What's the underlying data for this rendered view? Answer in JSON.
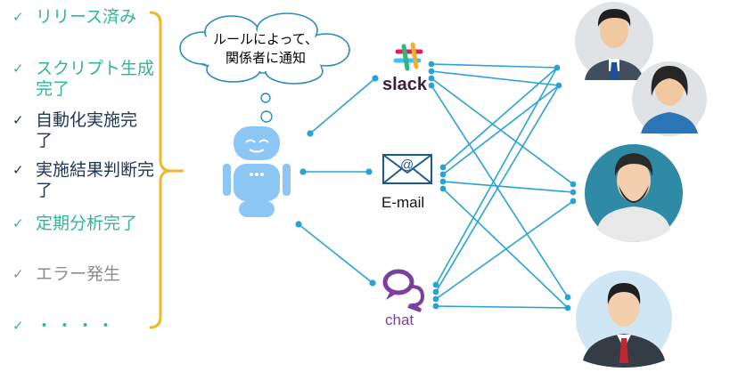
{
  "statuses": [
    {
      "text": "リリース済み",
      "tone": "teal"
    },
    {
      "text": "スクリプト生成完了",
      "tone": "teal"
    },
    {
      "text": "自動化実施完了",
      "tone": "dark"
    },
    {
      "text": "実施結果判断完了",
      "tone": "dark"
    },
    {
      "text": "定期分析完了",
      "tone": "teal"
    },
    {
      "text": "エラー発生",
      "tone": "gray"
    },
    {
      "text": "・・・・",
      "tone": "teal"
    }
  ],
  "check_mark": "✓",
  "thought_bubble": "ルールによって、関係者に通知",
  "channels": {
    "slack": "slack",
    "email": "E-mail",
    "email_at": "@",
    "chat": "chat"
  },
  "colors": {
    "teal": "#2fb59a",
    "line": "#29a3d4",
    "bracket": "#f2b62c",
    "robot": "#8cc6f5",
    "chat": "#7b3f9f"
  }
}
